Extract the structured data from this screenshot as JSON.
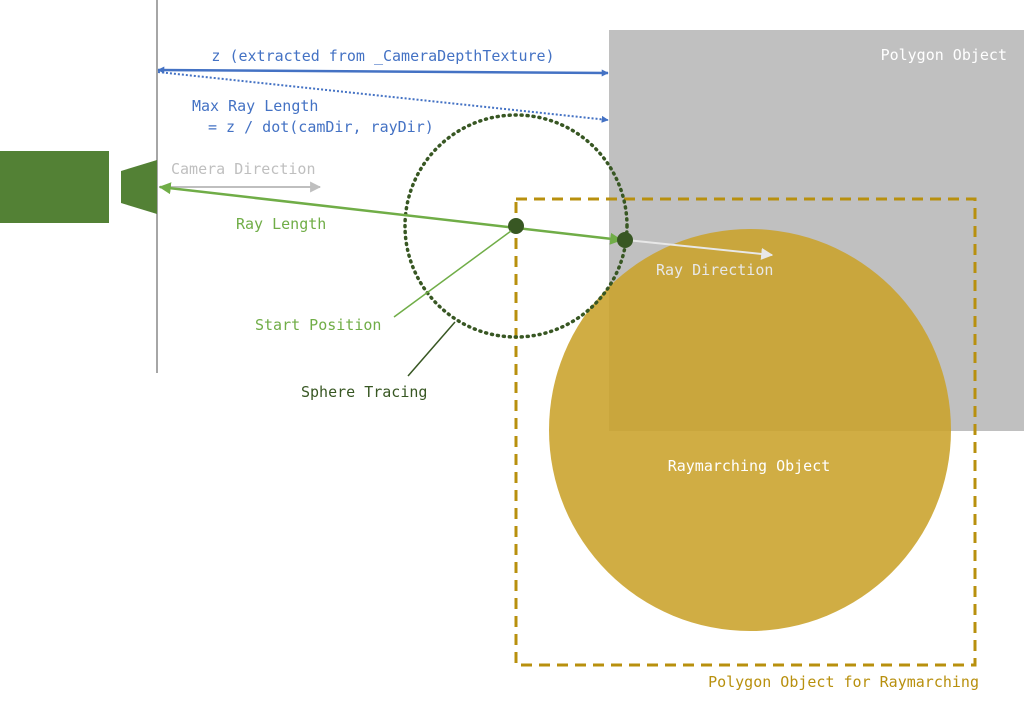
{
  "colors": {
    "polygon_fill": "#c0c0c0",
    "polygon_label": "#ffffff",
    "bounds_stroke": "#b8900e",
    "bounds_label": "#b8900e",
    "raymarch_fill": "#c9a22a",
    "raymarch_label": "#ffffff",
    "camera_body": "#538135",
    "near_plane": "#a6a6a6",
    "depth_blue": "#4472c4",
    "ray_green": "#70ad47",
    "dark_green": "#385723",
    "camera_dir": "#bfbfbf",
    "ray_dir": "#e8e8e8"
  },
  "labels": {
    "polygon_object": "Polygon Object",
    "bounds_object": "Polygon Object for Raymarching",
    "raymarch_object": "Raymarching Object",
    "z_depth": "z (extracted from _CameraDepthTexture)",
    "max_ray_length": "Max Ray Length",
    "max_ray_formula": "= z / dot(camDir, rayDir)",
    "camera_direction": "Camera Direction",
    "ray_length": "Ray Length",
    "ray_direction": "Ray Direction",
    "start_position": "Start Position",
    "sphere_tracing": "Sphere Tracing"
  }
}
